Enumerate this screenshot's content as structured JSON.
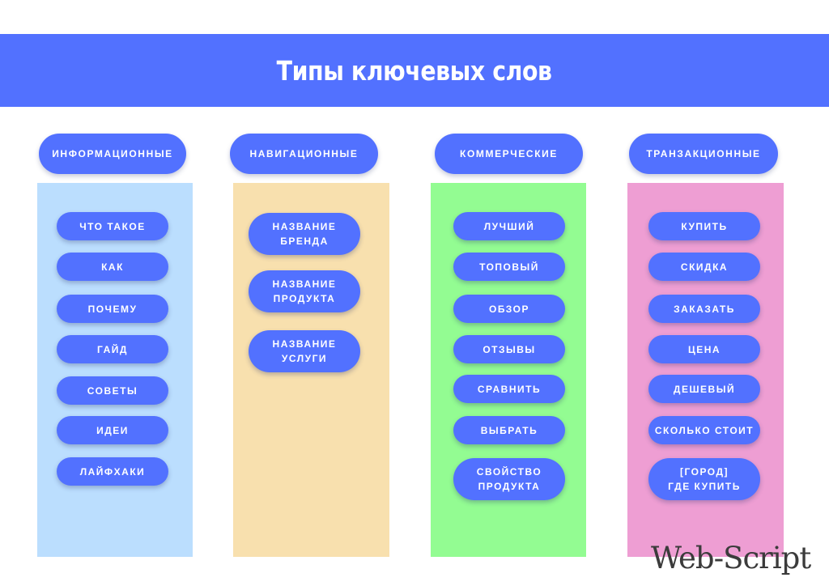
{
  "title": "Типы ключевых слов",
  "watermark": "Web-Script",
  "colors": {
    "accent": "#5271ff",
    "panel_informational": "#bbdefe",
    "panel_navigational": "#f8e0ae",
    "panel_commercial": "#93fc92",
    "panel_transactional": "#ee9ed3"
  },
  "columns": [
    {
      "header": "ИНФОРМАЦИОННЫЕ",
      "items": [
        [
          "ЧТО ТАКОЕ"
        ],
        [
          "КАК"
        ],
        [
          "ПОЧЕМУ"
        ],
        [
          "ГАЙД"
        ],
        [
          "СОВЕТЫ"
        ],
        [
          "ИДЕИ"
        ],
        [
          "ЛАЙФХАКИ"
        ]
      ]
    },
    {
      "header": "НАВИГАЦИОННЫЕ",
      "items": [
        [
          "НАЗВАНИЕ",
          "БРЕНДА"
        ],
        [
          "НАЗВАНИЕ",
          "ПРОДУКТА"
        ],
        [
          "НАЗВАНИЕ",
          "УСЛУГИ"
        ]
      ]
    },
    {
      "header": "КОММЕРЧЕСКИЕ",
      "items": [
        [
          "ЛУЧШИЙ"
        ],
        [
          "ТОПОВЫЙ"
        ],
        [
          "ОБЗОР"
        ],
        [
          "ОТЗЫВЫ"
        ],
        [
          "СРАВНИТЬ"
        ],
        [
          "ВЫБРАТЬ"
        ],
        [
          "СВОЙСТВО",
          "ПРОДУКТА"
        ]
      ]
    },
    {
      "header": "ТРАНЗАКЦИОННЫЕ",
      "items": [
        [
          "КУПИТЬ"
        ],
        [
          "СКИДКА"
        ],
        [
          "ЗАКАЗАТЬ"
        ],
        [
          "ЦЕНА"
        ],
        [
          "ДЕШЕВЫЙ"
        ],
        [
          "СКОЛЬКО СТОИТ"
        ],
        [
          "[ГОРОД]",
          "ГДЕ КУПИТЬ"
        ]
      ]
    }
  ]
}
